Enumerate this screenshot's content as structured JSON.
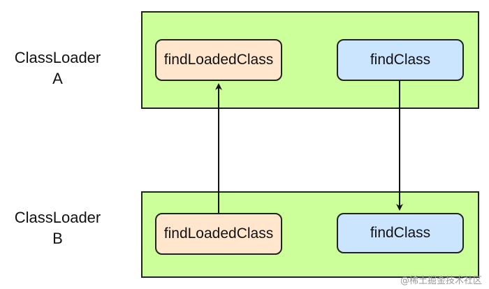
{
  "classloader_a": {
    "label_line1": "ClassLoader",
    "label_line2": "A",
    "find_loaded_class": "findLoadedClass",
    "find_class": "findClass"
  },
  "classloader_b": {
    "label_line1": "ClassLoader",
    "label_line2": "B",
    "find_loaded_class": "findLoadedClass",
    "find_class": "findClass"
  },
  "watermark": "@稀土掘金技术社区",
  "colors": {
    "group_fill": "#ccff99",
    "find_loaded_fill": "#ffe6cc",
    "find_class_fill": "#cce5ff",
    "stroke": "#222222"
  }
}
